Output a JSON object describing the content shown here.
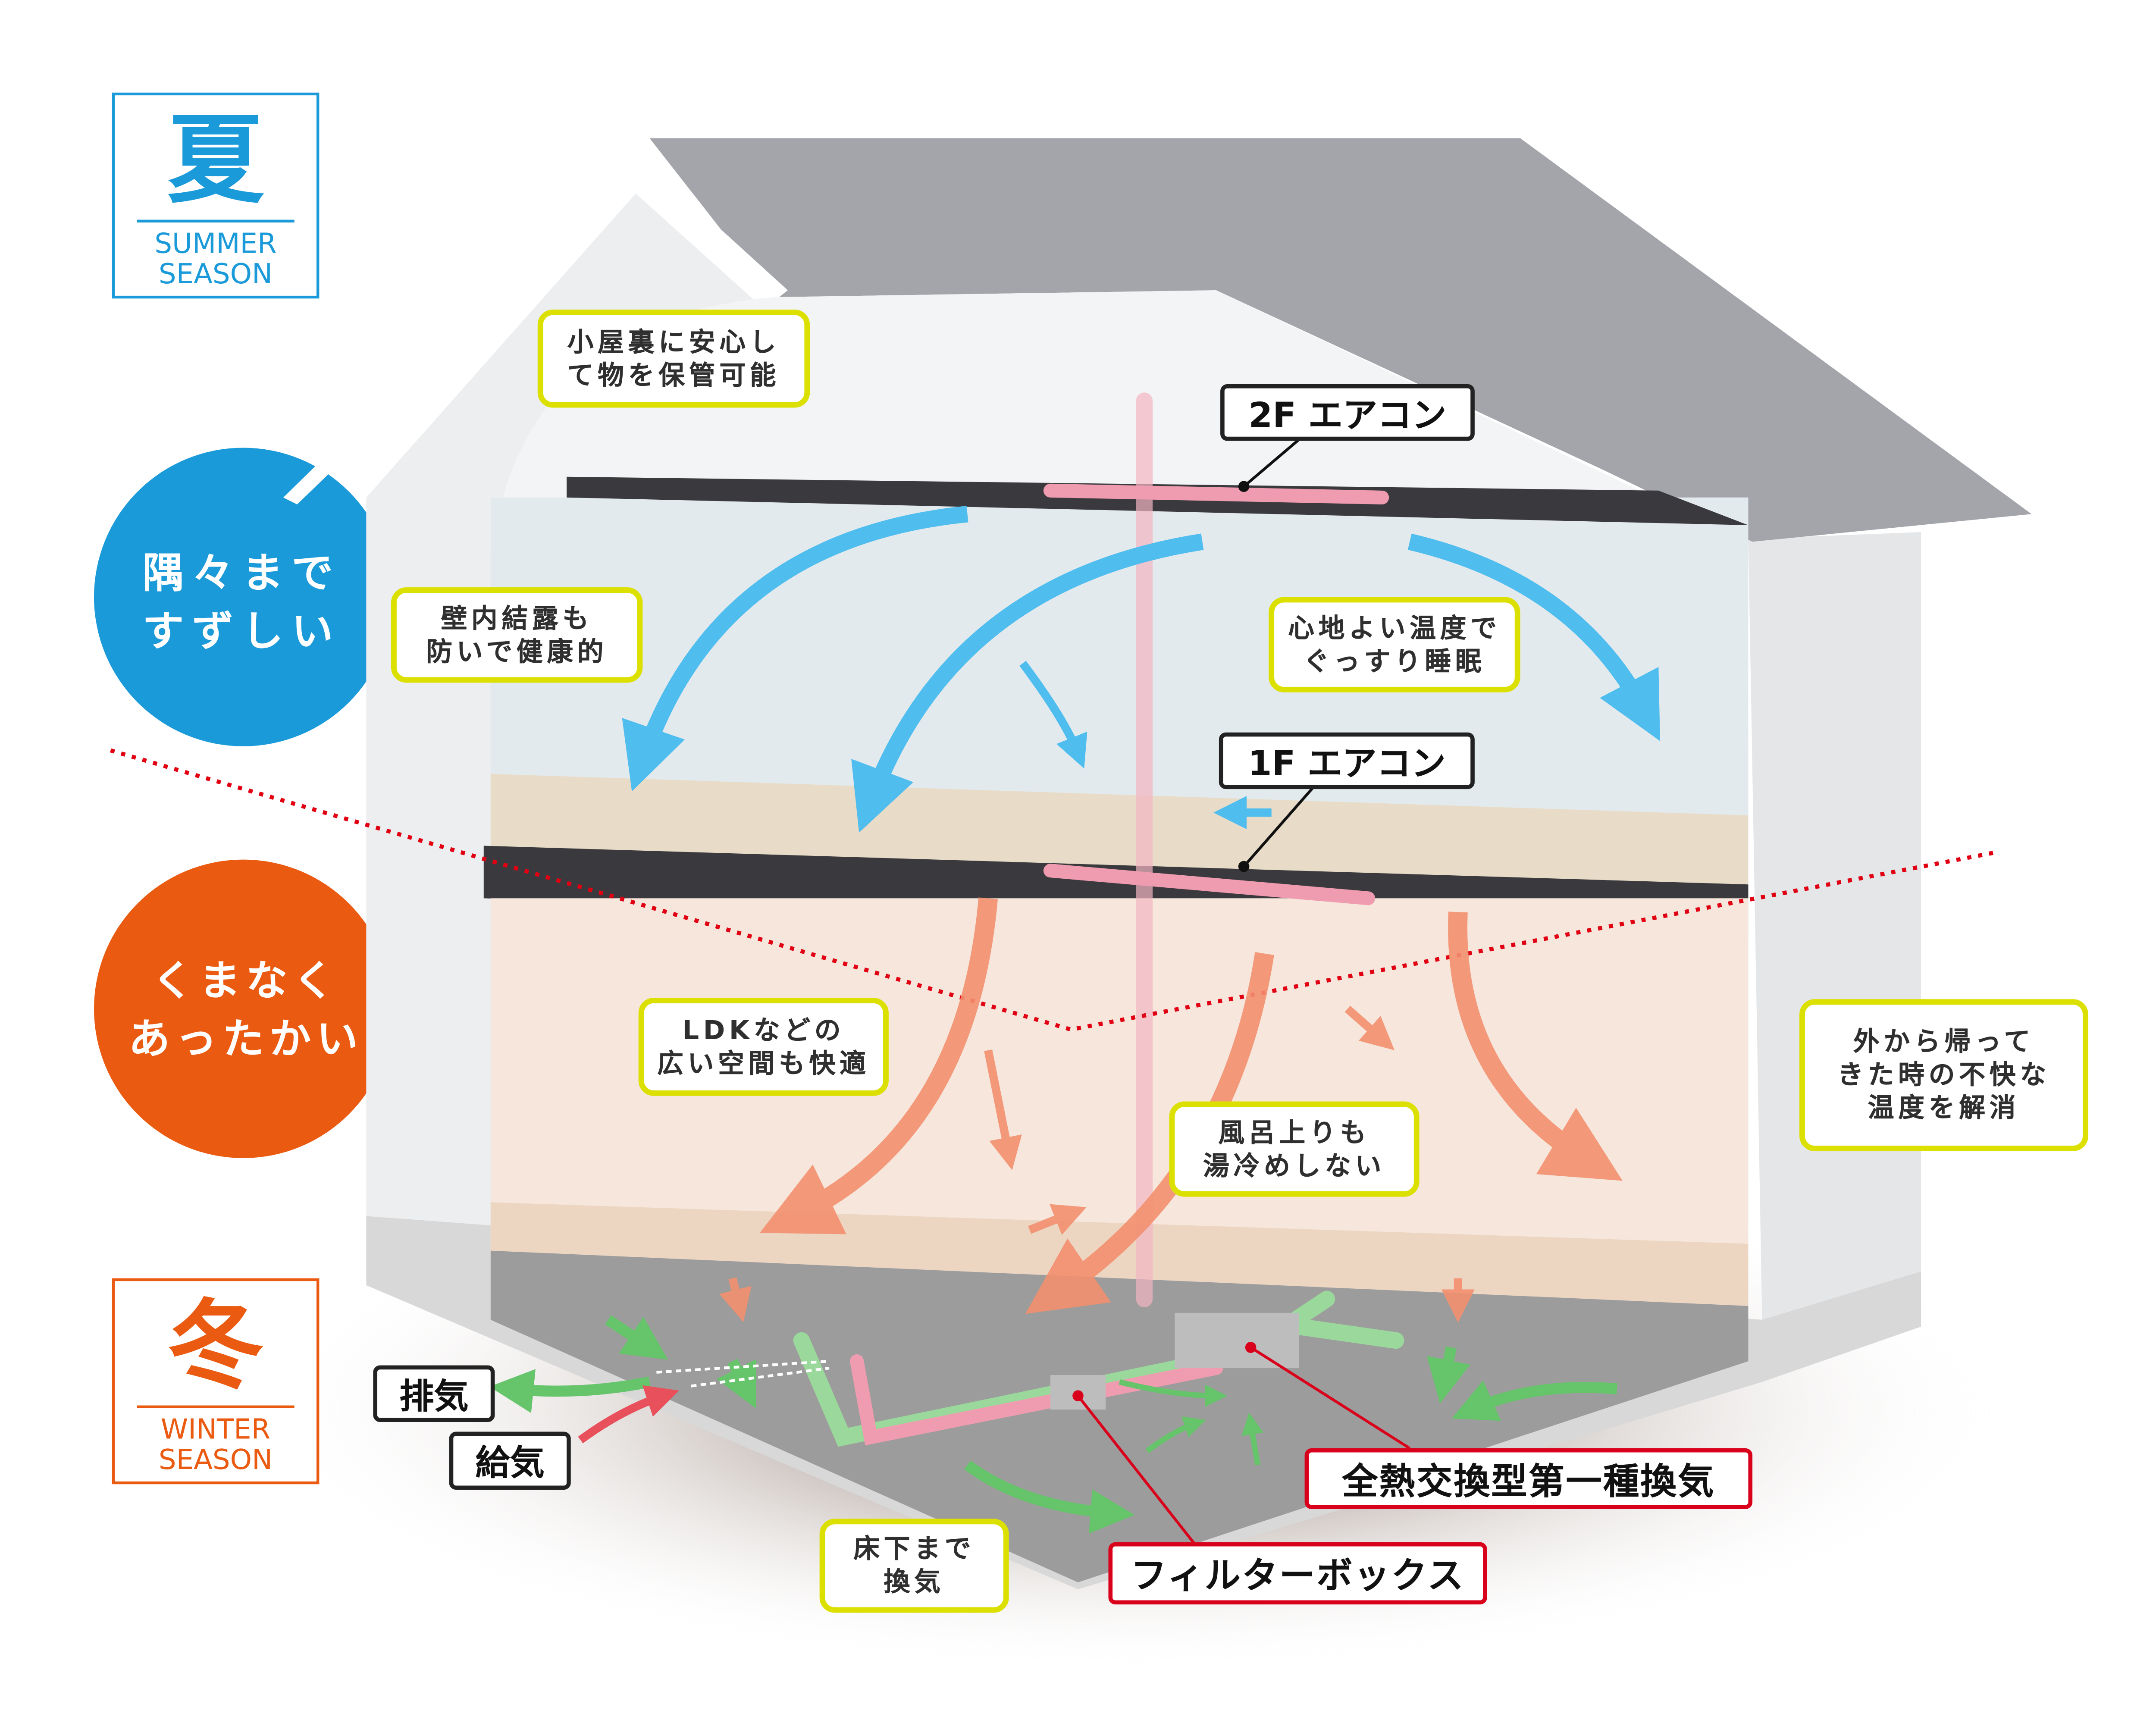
{
  "seasons": {
    "summer": {
      "kanji": "夏",
      "en_line1": "SUMMER",
      "en_line2": "SEASON",
      "color": "#1a9ad9"
    },
    "winter": {
      "kanji": "冬",
      "en_line1": "WINTER",
      "en_line2": "SEASON",
      "color": "#ea5a10"
    }
  },
  "circles": {
    "summer": {
      "line1": "隅々まで",
      "line2": "すずしい",
      "color": "#1a9ad9"
    },
    "winter": {
      "line1": "くまなく",
      "line2": "あったかい",
      "color": "#ea5a10"
    }
  },
  "callouts": {
    "attic": "小屋裏に安心し\nて物を保管可能",
    "wall": "壁内結露も\n防いで健康的",
    "comfort": "心地よい温度で\nぐっすり睡眠",
    "ldk": "LDKなどの\n広い空間も快適",
    "bath": "風呂上りも\n湯冷めしない",
    "outside": "外から帰って\nきた時の不快な\n温度を解消",
    "underfloor": "床下まで\n換気"
  },
  "equipment": {
    "ac_2f": "2F エアコン",
    "ac_1f": "1F エアコン",
    "exhaust": "排気",
    "supply": "給気",
    "ventilation": "全熱交換型第一種換気",
    "filter_box": "フィルターボックス"
  },
  "colors": {
    "cool_air": "#4fbdee",
    "warm_air": "#f3906f",
    "fresh_air": "#66c46a",
    "callout_border": "#dce000",
    "equipment_border": "#d9001b"
  }
}
